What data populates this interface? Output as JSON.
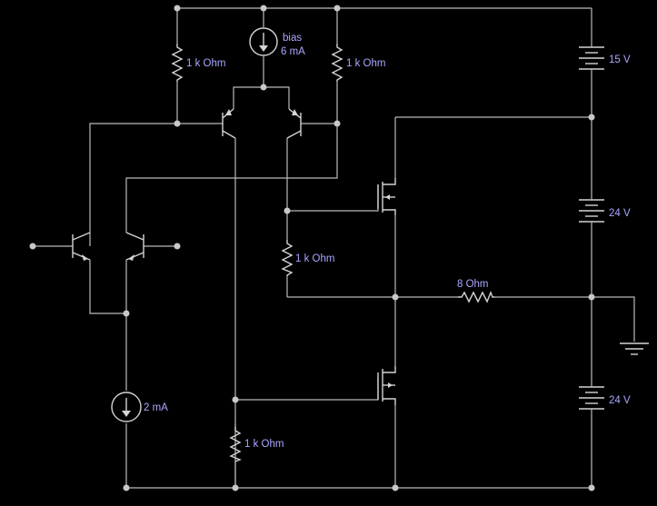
{
  "labels": {
    "r_left_top": "1 k Ohm",
    "r_right_top": "1 k Ohm",
    "r_mid": "1 k Ohm",
    "r_bottom": "1 k Ohm",
    "r_load": "8  Ohm",
    "bias_name": "bias",
    "bias_value": "6 mA",
    "current_low": "2 mA",
    "v_top": "15 V",
    "v_mid": "24 V",
    "v_bot": "24 V"
  },
  "colors": {
    "background": "#000000",
    "wire": "#b9b9b9",
    "label": "#a9a7ff"
  }
}
